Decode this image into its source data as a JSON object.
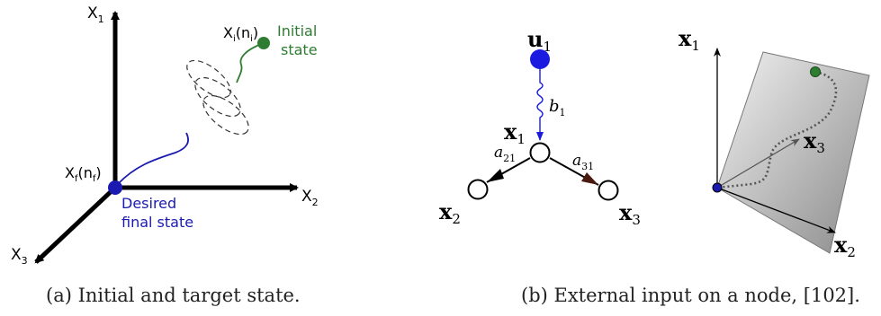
{
  "panel_a": {
    "axes": {
      "x1": "X",
      "x1_sub": "1",
      "x2": "X",
      "x2_sub": "2",
      "x3": "X",
      "x3_sub": "3"
    },
    "initial_label": "X",
    "initial_sub": "i",
    "initial_arg": "(n",
    "initial_arg_sub": "i",
    "initial_arg_close": ")",
    "initial_text_line1": "Initial",
    "initial_text_line2": "state",
    "final_label": "X",
    "final_sub": "f",
    "final_arg": "(n",
    "final_arg_sub": "f",
    "final_arg_close": ")",
    "final_text_line1": "Desired",
    "final_text_line2": "final state",
    "caption": "(a) Initial and target state.",
    "colors": {
      "initial": "#2e7d32",
      "final": "#1a1ab0",
      "axis": "#000000"
    }
  },
  "panel_b": {
    "input_label": "u",
    "input_sub": "1",
    "weight_b": "b",
    "weight_b_sub": "1",
    "node1": "x",
    "node1_sub": "1",
    "node2": "x",
    "node2_sub": "2",
    "node3": "x",
    "node3_sub": "3",
    "weight_a21": "a",
    "weight_a21_sub": "21",
    "weight_a31": "a",
    "weight_a31_sub": "31",
    "plane_x1": "x",
    "plane_x1_sub": "1",
    "plane_x2": "x",
    "plane_x2_sub": "2",
    "plane_x3": "x",
    "plane_x3_sub": "3",
    "caption": "(b) External input on a node, [102].",
    "colors": {
      "input": "#1a1ae0",
      "start": "#2e7d32",
      "plane_light": "#e6e6e6",
      "plane_dark": "#8e8e8e"
    }
  }
}
